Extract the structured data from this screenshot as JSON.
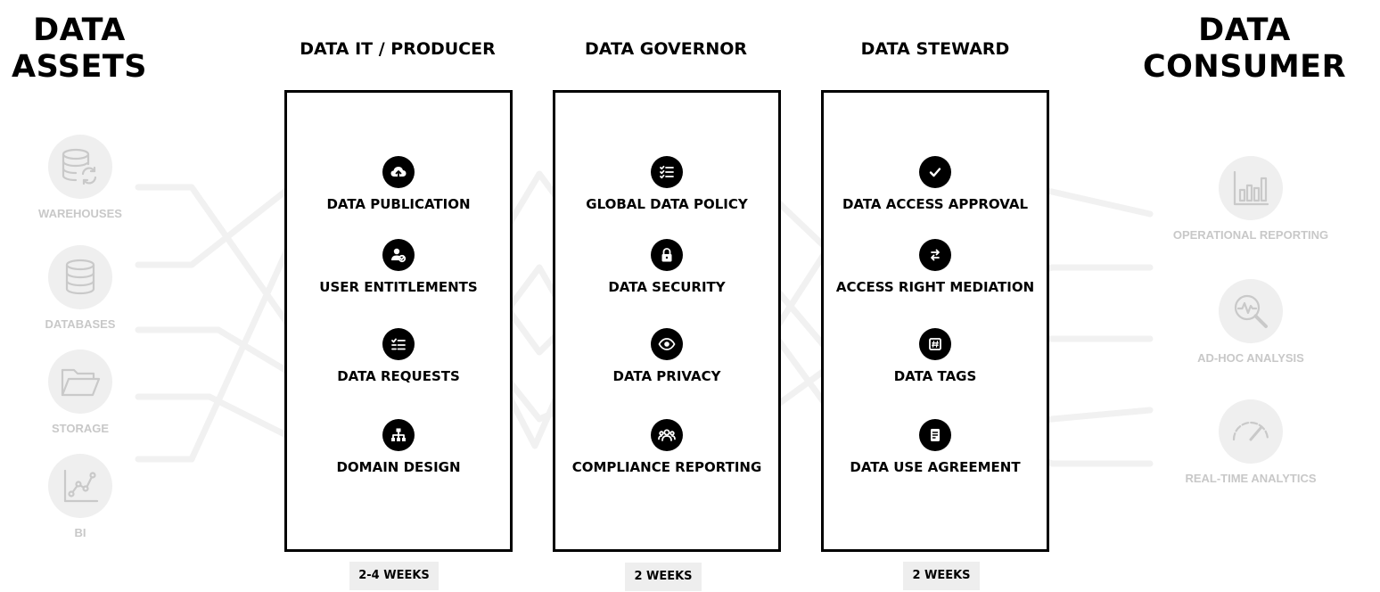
{
  "assets": {
    "title_line1": "DATA",
    "title_line2": "ASSETS",
    "items": [
      {
        "label": "WAREHOUSES",
        "icon": "database-sync-icon"
      },
      {
        "label": "DATABASES",
        "icon": "database-icon"
      },
      {
        "label": "STORAGE",
        "icon": "folder-open-icon"
      },
      {
        "label": "BI",
        "icon": "line-chart-icon"
      }
    ]
  },
  "consumer": {
    "title_line1": "DATA",
    "title_line2": "CONSUMER",
    "items": [
      {
        "label": "OPERATIONAL REPORTING",
        "icon": "bar-chart-icon"
      },
      {
        "label": "AD-HOC ANALYSIS",
        "icon": "magnifier-pulse-icon"
      },
      {
        "label": "REAL-TIME ANALYTICS",
        "icon": "gauge-icon"
      }
    ]
  },
  "roles": [
    {
      "title": "DATA IT / PRODUCER",
      "duration": "2-4 WEEKS",
      "items": [
        {
          "label": "DATA PUBLICATION",
          "icon": "cloud-upload-icon"
        },
        {
          "label": "USER ENTITLEMENTS",
          "icon": "user-check-icon"
        },
        {
          "label": "DATA REQUESTS",
          "icon": "checklist-icon"
        },
        {
          "label": "DOMAIN DESIGN",
          "icon": "hierarchy-icon"
        }
      ]
    },
    {
      "title": "DATA GOVERNOR",
      "duration": "2 WEEKS",
      "items": [
        {
          "label": "GLOBAL DATA POLICY",
          "icon": "list-check-icon"
        },
        {
          "label": "DATA SECURITY",
          "icon": "lock-icon"
        },
        {
          "label": "DATA PRIVACY",
          "icon": "eye-icon"
        },
        {
          "label": "COMPLIANCE REPORTING",
          "icon": "team-icon"
        }
      ]
    },
    {
      "title": "DATA STEWARD",
      "duration": "2 WEEKS",
      "items": [
        {
          "label": "DATA ACCESS APPROVAL",
          "icon": "checkmark-icon"
        },
        {
          "label": "ACCESS RIGHT MEDIATION",
          "icon": "swap-arrows-icon"
        },
        {
          "label": "DATA TAGS",
          "icon": "hash-tag-icon"
        },
        {
          "label": "DATA USE AGREEMENT",
          "icon": "agreement-doc-icon"
        }
      ]
    }
  ],
  "colors": {
    "ink": "#000000",
    "muted_icon": "#c9c9c9",
    "muted_bg": "#efefef",
    "flow_line": "#f1f1f1",
    "duration_bg": "#eeeeee"
  }
}
